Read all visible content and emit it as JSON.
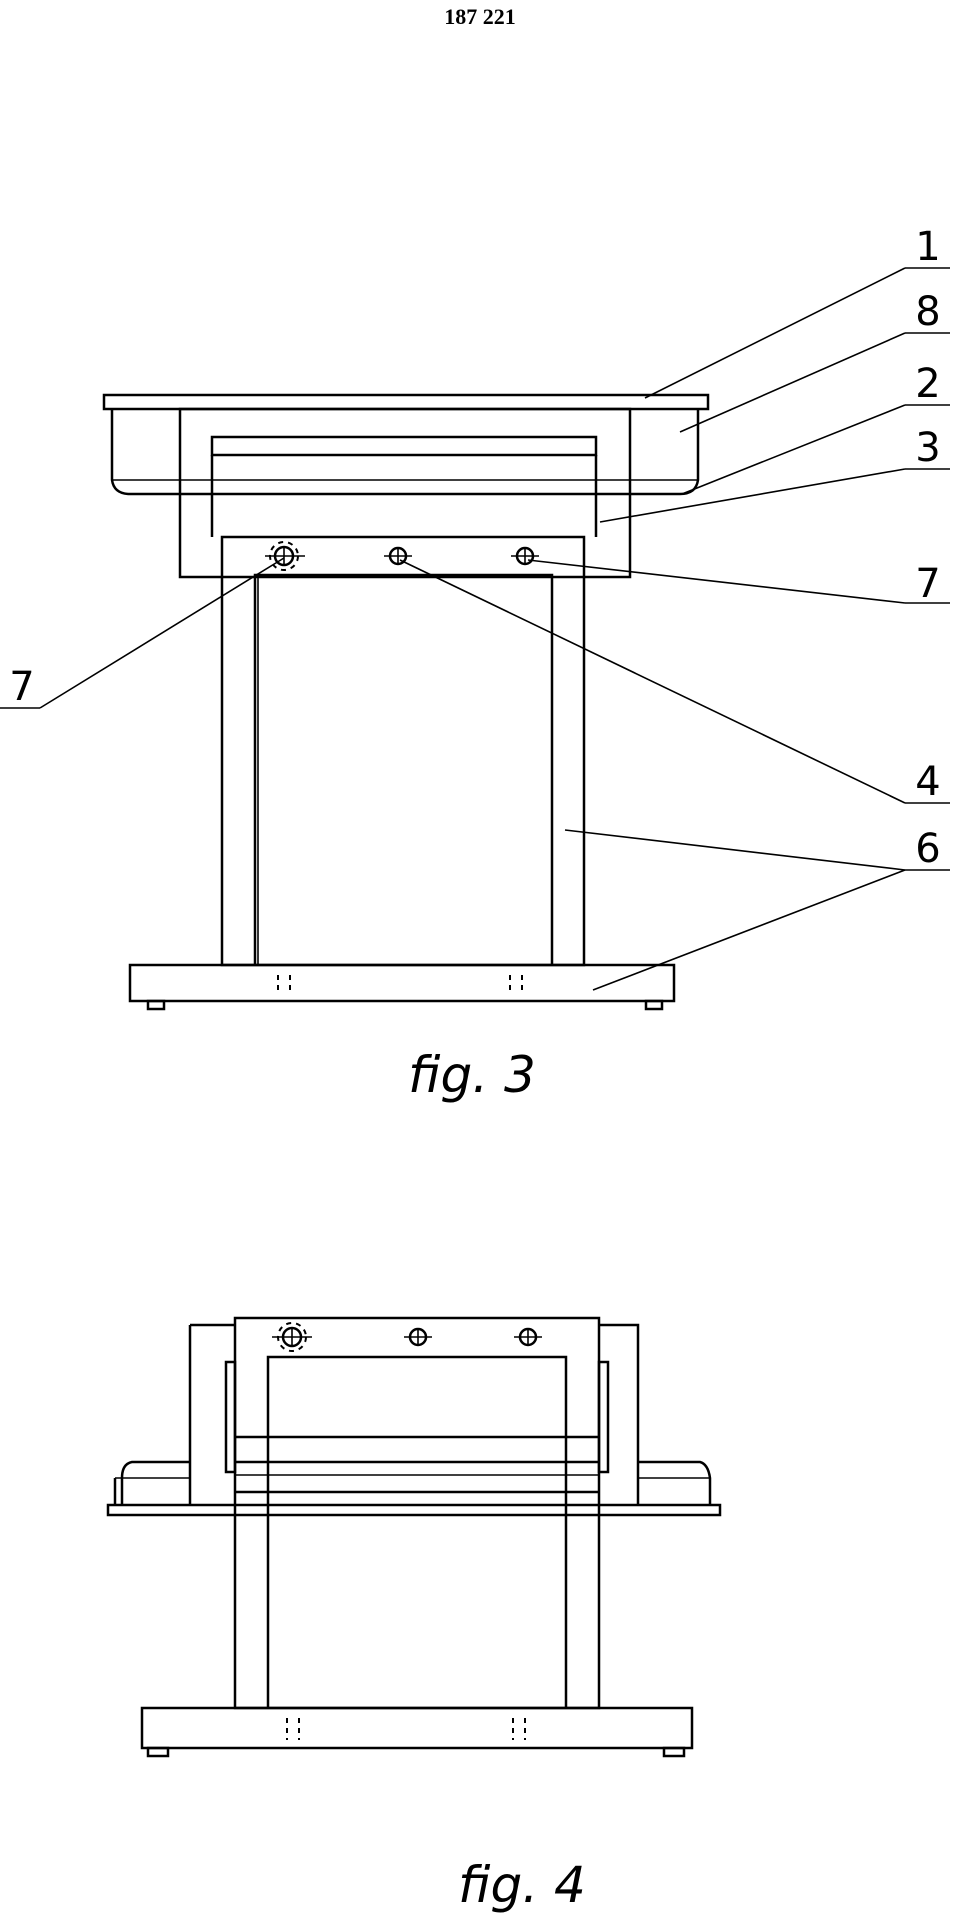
{
  "header": {
    "page_number": "187 221"
  },
  "figures": [
    {
      "caption": "fig. 3",
      "labels": {
        "l1": "1",
        "l8": "8",
        "l2": "2",
        "l3": "3",
        "l7a": "7",
        "l7b": "7",
        "l4": "4",
        "l6": "6"
      }
    },
    {
      "caption": "fig. 4"
    }
  ]
}
